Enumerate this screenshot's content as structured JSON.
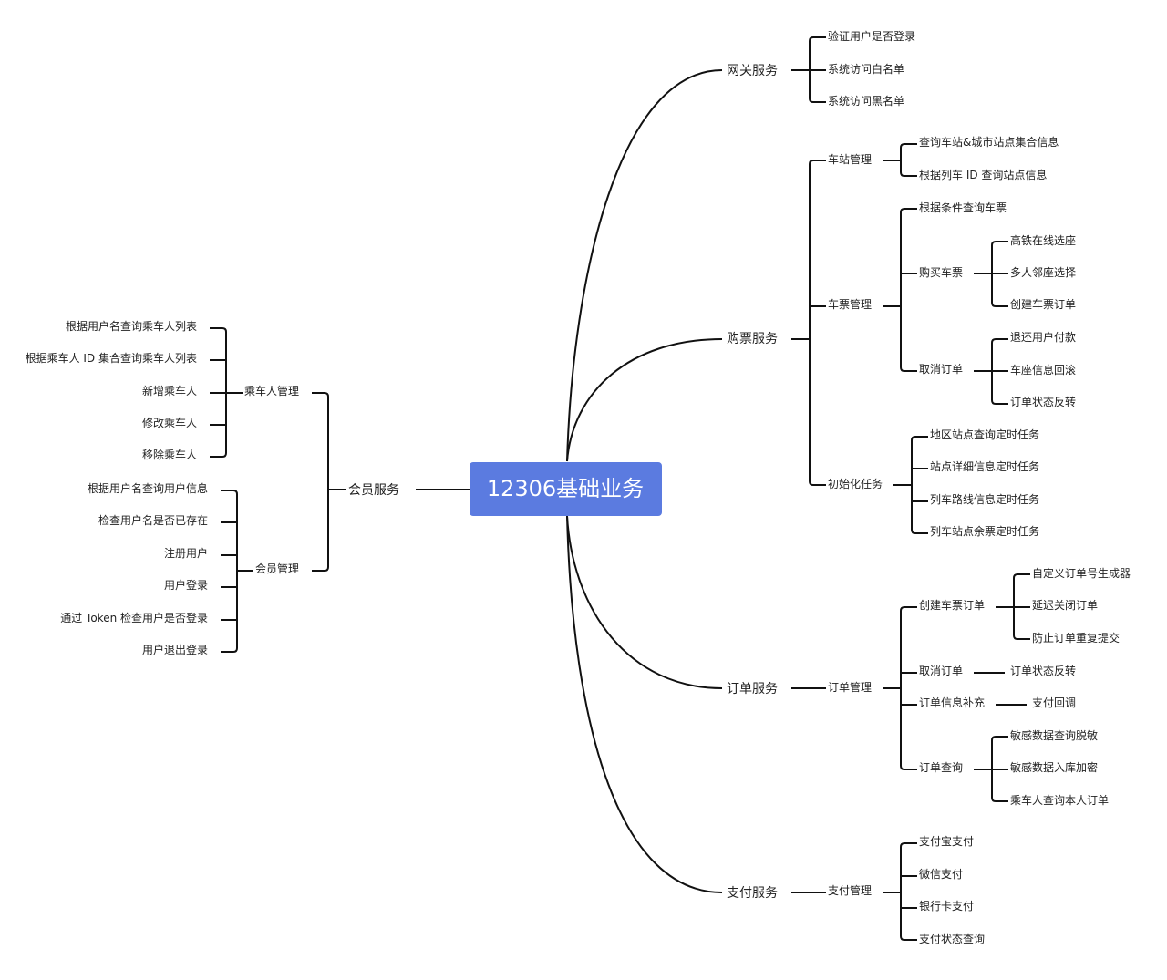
{
  "colors": {
    "root_fill": "#5B7BE0",
    "line": "#111111",
    "text": "#222222"
  },
  "root": {
    "label": "12306基础业务"
  },
  "branches": {
    "gateway": {
      "label": "网关服务",
      "items": [
        "验证用户是否登录",
        "系统访问白名单",
        "系统访问黑名单"
      ]
    },
    "ticket": {
      "label": "购票服务",
      "station_mgmt": {
        "label": "车站管理",
        "items": [
          "查询车站&城市站点集合信息",
          "根据列车 ID 查询站点信息"
        ]
      },
      "ticket_mgmt": {
        "label": "车票管理",
        "query": "根据条件查询车票",
        "buy": {
          "label": "购买车票",
          "items": [
            "高铁在线选座",
            "多人邻座选择",
            "创建车票订单"
          ]
        },
        "cancel": {
          "label": "取消订单",
          "items": [
            "退还用户付款",
            "车座信息回滚",
            "订单状态反转"
          ]
        }
      },
      "init_tasks": {
        "label": "初始化任务",
        "items": [
          "地区站点查询定时任务",
          "站点详细信息定时任务",
          "列车路线信息定时任务",
          "列车站点余票定时任务"
        ]
      }
    },
    "order": {
      "label": "订单服务",
      "order_mgmt": {
        "label": "订单管理",
        "create": {
          "label": "创建车票订单",
          "items": [
            "自定义订单号生成器",
            "延迟关闭订单",
            "防止订单重复提交"
          ]
        },
        "cancel": {
          "label": "取消订单",
          "item": "订单状态反转"
        },
        "supplement": {
          "label": "订单信息补充",
          "item": "支付回调"
        },
        "query": {
          "label": "订单查询",
          "items": [
            "敏感数据查询脱敏",
            "敏感数据入库加密",
            "乘车人查询本人订单"
          ]
        }
      }
    },
    "payment": {
      "label": "支付服务",
      "pay_mgmt": {
        "label": "支付管理",
        "items": [
          "支付宝支付",
          "微信支付",
          "银行卡支付",
          "支付状态查询"
        ]
      }
    },
    "member": {
      "label": "会员服务",
      "passenger_mgmt": {
        "label": "乘车人管理",
        "items": [
          "根据用户名查询乘车人列表",
          "根据乘车人 ID 集合查询乘车人列表",
          "新增乘车人",
          "修改乘车人",
          "移除乘车人"
        ]
      },
      "member_mgmt": {
        "label": "会员管理",
        "items": [
          "根据用户名查询用户信息",
          "检查用户名是否已存在",
          "注册用户",
          "用户登录",
          "通过 Token 检查用户是否登录",
          "用户退出登录"
        ]
      }
    }
  }
}
